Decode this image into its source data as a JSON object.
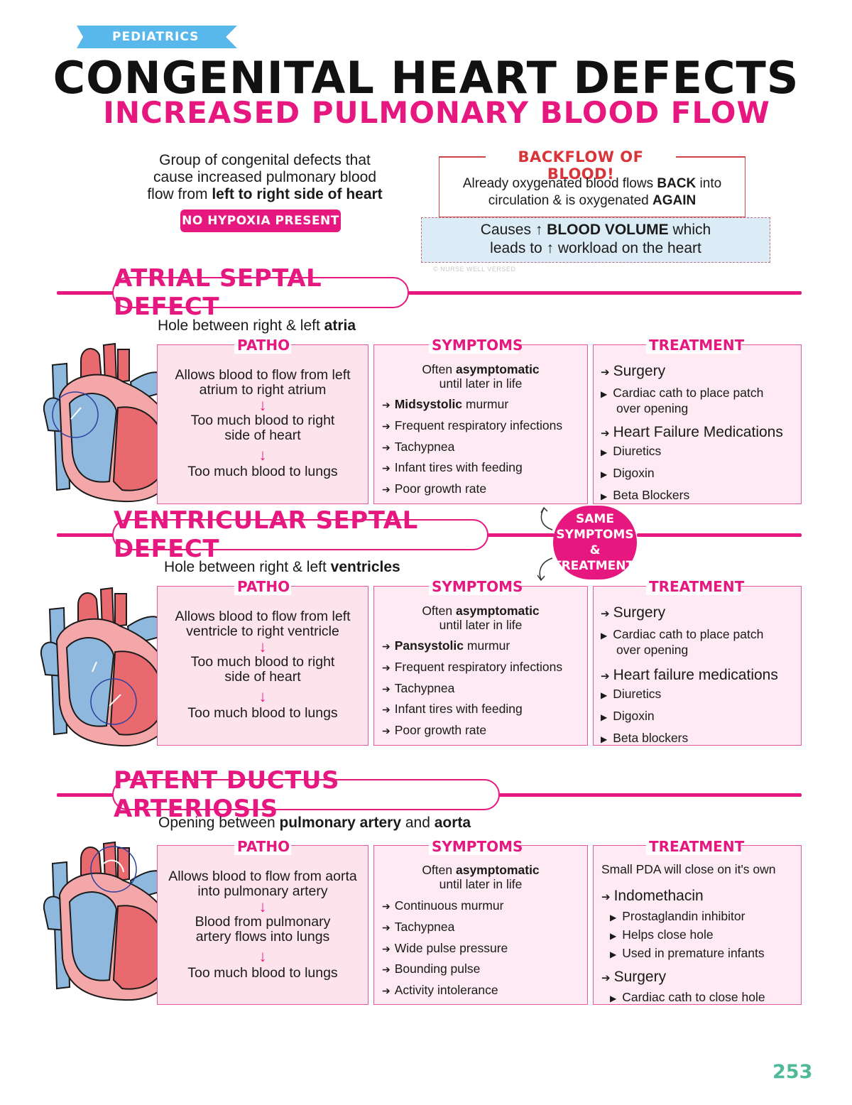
{
  "header": {
    "tag": "PEDIATRICS",
    "title": "CONGENITAL HEART DEFECTS",
    "subtitle": "INCREASED PULMONARY BLOOD FLOW"
  },
  "intro": {
    "line1": "Group of congenital defects that",
    "line2": "cause increased pulmonary blood",
    "line3_pre": "flow from ",
    "line3_bold": "left to right side of heart",
    "pill": "NO HYPOXIA PRESENT"
  },
  "backflow": {
    "title": "BACKFLOW OF BLOOD!",
    "l1_pre": "Already oxygenated blood flows ",
    "l1_bold": "BACK",
    "l1_post": " into",
    "l2_pre": "circulation & is oxygenated ",
    "l2_bold": "AGAIN",
    "c1_pre": "Causes ",
    "c1_arrow": "↑",
    "c1_bold": " BLOOD VOLUME",
    "c1_post": " which",
    "c2_pre": "leads to ",
    "c2_arrow": "↑",
    "c2_post": " workload on the heart",
    "copyright": "© NURSE WELL VERSED"
  },
  "labels": {
    "patho": "PATHO",
    "symptoms": "SYMPTOMS",
    "treatment": "TREATMENT"
  },
  "icons": {
    "heart": "heart-diagram-icon",
    "down_arrow": "↓",
    "bullet_arrow": "➔",
    "bullet_tri": "▶"
  },
  "colors": {
    "pink": "#e6187f",
    "blue": "#58b8ec",
    "teal": "#4fb99a",
    "red": "#d8343a"
  },
  "same_badge": {
    "l1": "SAME",
    "l2": "SYMPTOMS",
    "l3": "&",
    "l4": "TREATMENT!"
  },
  "asd": {
    "title": "ATRIAL SEPTAL DEFECT",
    "sub_pre": "Hole between right & left ",
    "sub_bold": "atria",
    "patho": [
      "Allows blood to flow from left",
      "atrium to right atrium",
      "Too much blood to right",
      "side of heart",
      "Too much blood to lungs"
    ],
    "sym_intro_pre": "Often ",
    "sym_intro_bold": "asymptomatic",
    "sym_intro_2": "until later in life",
    "sym_bold": "Midsystolic",
    "sym_bold_post": " murmur",
    "symptoms": [
      "Frequent respiratory infections",
      "Tachypnea",
      "Infant tires with feeding",
      "Poor growth rate"
    ],
    "tr_h1": "Surgery",
    "tr_h1_items": [
      "Cardiac cath to place patch",
      "over opening"
    ],
    "tr_h2": "Heart Failure Medications",
    "tr_h2_items": [
      "Diuretics",
      "Digoxin",
      "Beta Blockers"
    ]
  },
  "vsd": {
    "title": "VENTRICULAR SEPTAL DEFECT",
    "sub_pre": "Hole between right & left ",
    "sub_bold": "ventricles",
    "patho": [
      "Allows blood to flow from left",
      "ventricle to right ventricle",
      "Too much blood to right",
      "side of heart",
      "Too much blood to lungs"
    ],
    "sym_intro_pre": "Often ",
    "sym_intro_bold": "asymptomatic",
    "sym_intro_2": "until later in life",
    "sym_bold": "Pansystolic",
    "sym_bold_post": " murmur",
    "symptoms": [
      "Frequent respiratory infections",
      "Tachypnea",
      "Infant tires with feeding",
      "Poor growth rate"
    ],
    "tr_h1": "Surgery",
    "tr_h1_items": [
      "Cardiac cath to place patch",
      "over opening"
    ],
    "tr_h2": "Heart failure medications",
    "tr_h2_items": [
      "Diuretics",
      "Digoxin",
      "Beta blockers"
    ]
  },
  "pda": {
    "title": "PATENT DUCTUS ARTERIOSIS",
    "sub_pre": "Opening between ",
    "sub_bold1": "pulmonary artery",
    "sub_mid": " and ",
    "sub_bold2": "aorta",
    "patho": [
      "Allows blood to flow from aorta",
      "into pulmonary artery",
      "Blood from pulmonary",
      "artery flows into lungs",
      "Too much blood to lungs"
    ],
    "sym_intro_pre": "Often ",
    "sym_intro_bold": "asymptomatic",
    "sym_intro_2": "until later in life",
    "symptoms": [
      "Continuous murmur",
      "Tachypnea",
      "Wide pulse pressure",
      "Bounding pulse",
      "Activity intolerance"
    ],
    "tr_note": "Small PDA will close on it's own",
    "tr_h1": "Indomethacin",
    "tr_h1_items": [
      "Prostaglandin inhibitor",
      "Helps close hole",
      "Used in premature infants"
    ],
    "tr_h2": "Surgery",
    "tr_h2_items": [
      "Cardiac cath to close hole"
    ]
  },
  "page_number": "253"
}
